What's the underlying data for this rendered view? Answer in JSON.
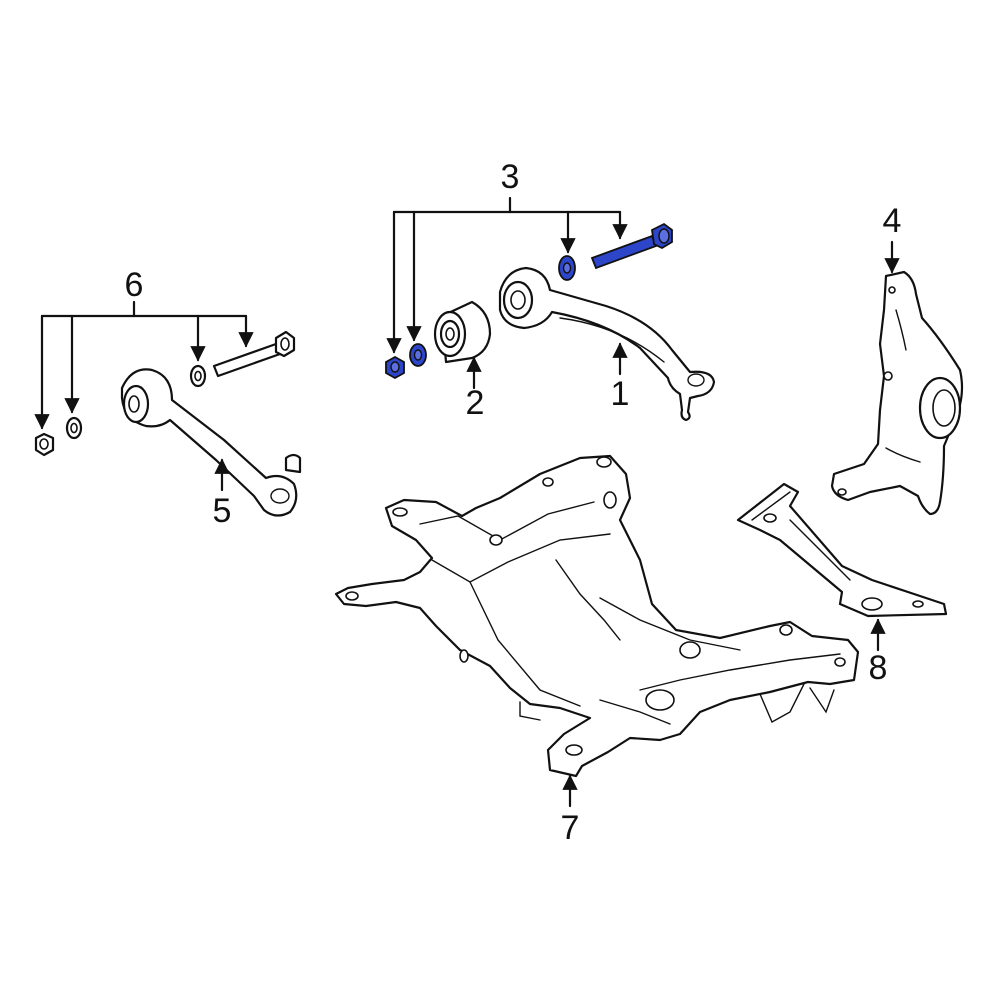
{
  "callouts": {
    "c1": "1",
    "c2": "2",
    "c3": "3",
    "c4": "4",
    "c5": "5",
    "c6": "6",
    "c7": "7",
    "c8": "8"
  },
  "colors": {
    "highlight": "#2d45c8",
    "line": "#111111",
    "background": "#ffffff"
  }
}
